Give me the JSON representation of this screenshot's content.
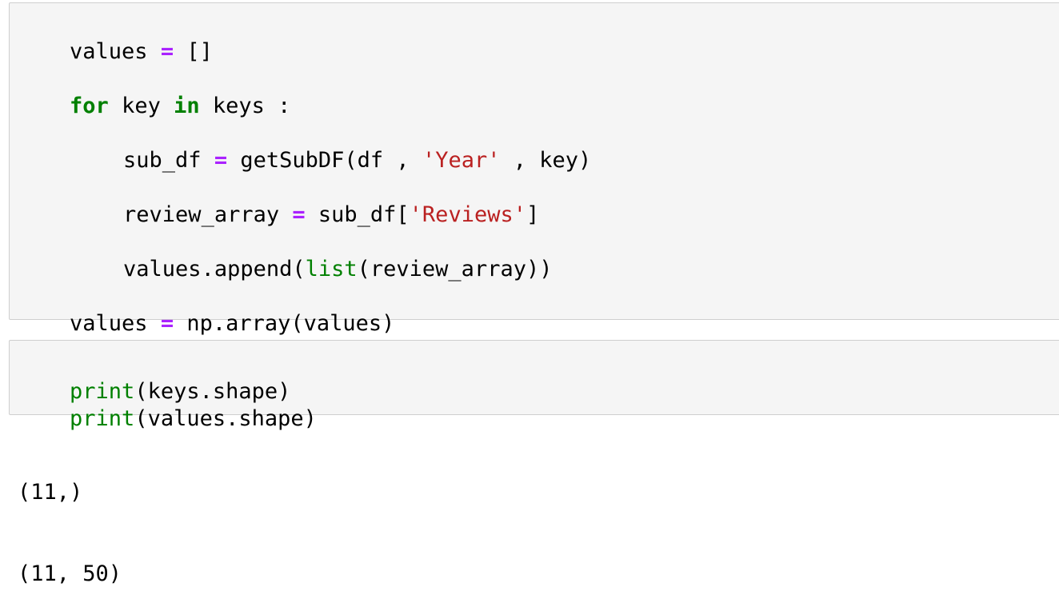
{
  "cells": [
    {
      "lines": [
        [
          {
            "t": "plain",
            "v": "values "
          },
          {
            "t": "op",
            "v": "="
          },
          {
            "t": "plain",
            "v": " []"
          }
        ],
        [
          {
            "t": "kw",
            "v": "for"
          },
          {
            "t": "plain",
            "v": " key "
          },
          {
            "t": "kw",
            "v": "in"
          },
          {
            "t": "plain",
            "v": " keys :"
          }
        ],
        [
          {
            "t": "plain",
            "v": "sub_df "
          },
          {
            "t": "op",
            "v": "="
          },
          {
            "t": "plain",
            "v": " getSubDF(df , "
          },
          {
            "t": "str",
            "v": "'Year'"
          },
          {
            "t": "plain",
            "v": " , key)"
          }
        ],
        [
          {
            "t": "plain",
            "v": "review_array "
          },
          {
            "t": "op",
            "v": "="
          },
          {
            "t": "plain",
            "v": " sub_df["
          },
          {
            "t": "str",
            "v": "'Reviews'"
          },
          {
            "t": "plain",
            "v": "]"
          }
        ],
        [
          {
            "t": "plain",
            "v": "values.append("
          },
          {
            "t": "bi",
            "v": "list"
          },
          {
            "t": "plain",
            "v": "(review_array))"
          }
        ],
        [
          {
            "t": "plain",
            "v": "values "
          },
          {
            "t": "op",
            "v": "="
          },
          {
            "t": "plain",
            "v": " np.array(values)"
          }
        ]
      ]
    },
    {
      "lines": [
        [
          {
            "t": "bi",
            "v": "print"
          },
          {
            "t": "plain",
            "v": "(keys.shape)"
          }
        ],
        [
          {
            "t": "bi",
            "v": "print"
          },
          {
            "t": "plain",
            "v": "(values.shape)"
          }
        ]
      ]
    }
  ],
  "output": {
    "lines": [
      "(11,)",
      "(11, 50)"
    ]
  },
  "colors": {
    "keyword": "#008000",
    "operator": "#aa22ff",
    "string": "#ba2121",
    "builtin": "#008000",
    "cell_background": "#f5f5f5",
    "cell_border": "#cfcfcf"
  }
}
